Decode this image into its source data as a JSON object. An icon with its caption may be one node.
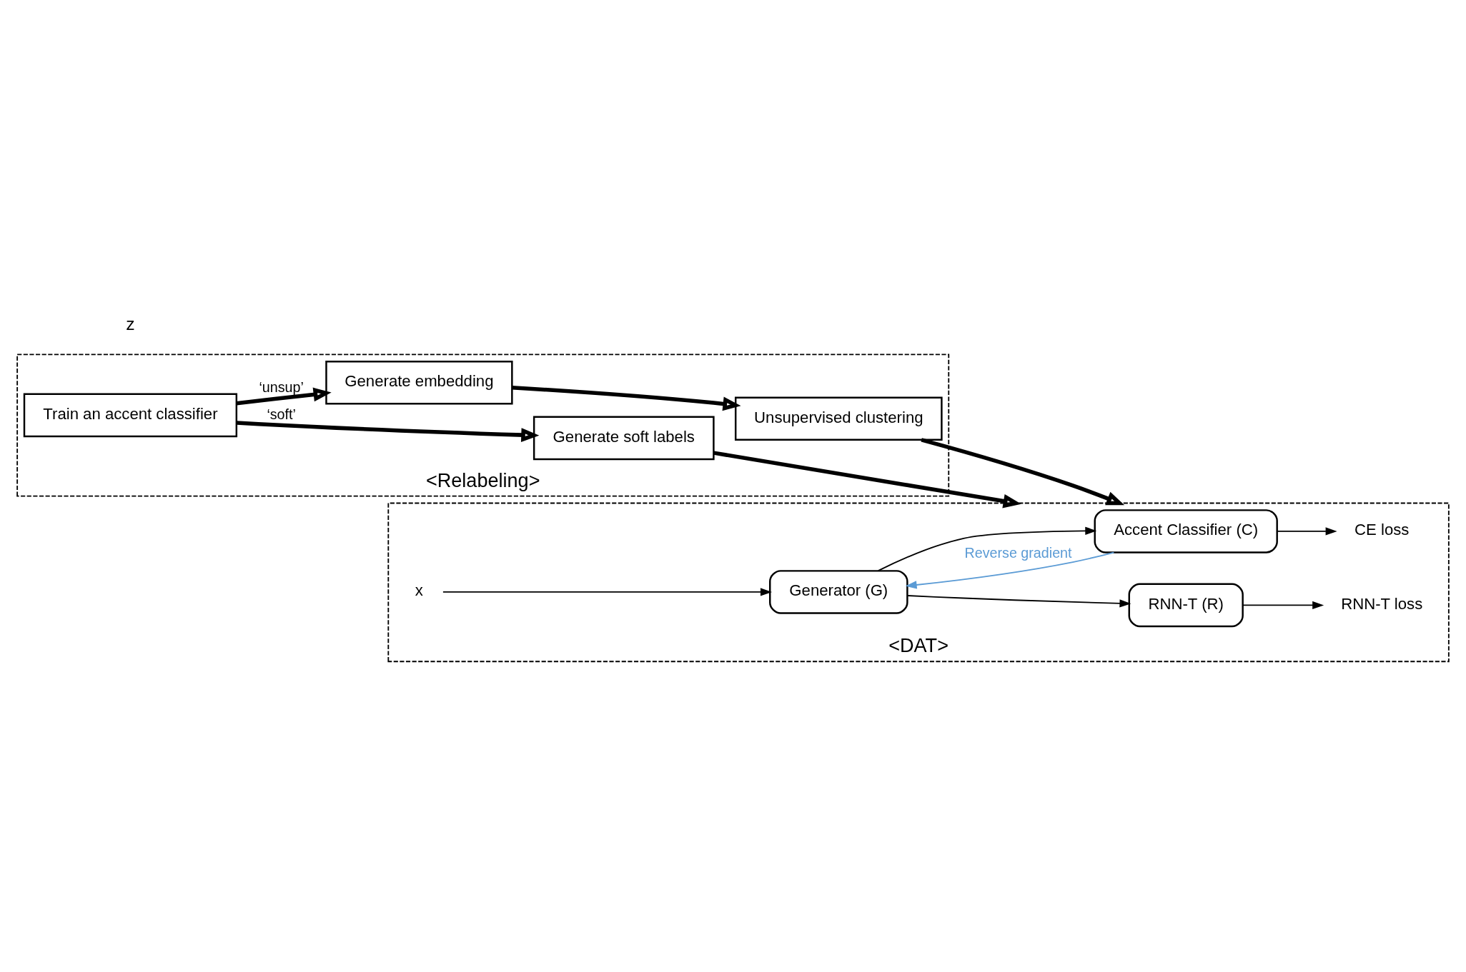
{
  "diagram": {
    "nodes": [
      {
        "text": [
          "<Relabeling>"
        ]
      },
      {
        "text": [
          "Train an accent classifier"
        ],
        "in": 0
      },
      {
        "text": [
          "Generate embedding"
        ],
        "in": 0
      },
      {
        "text": [
          "Unsupervised clustering"
        ],
        "in": 0
      },
      {
        "text": [
          "Generate soft labels"
        ],
        "in": 0
      },
      {
        "text": [
          "<DAT>"
        ]
      },
      {
        "text": [
          "Accent Classifier (C)"
        ],
        "in": 5
      },
      {
        "text": [
          "RNN-T (R)"
        ],
        "in": 5
      },
      {
        "text": [
          "Generator (G)"
        ],
        "in": 5
      },
      {
        "text": [
          "CE loss"
        ],
        "in": 5
      },
      {
        "text": [
          "RNN-T loss"
        ],
        "in": 5
      },
      {
        "text": [
          "x"
        ],
        "in": 5
      }
    ],
    "edges": [
      {
        "from": 1,
        "to": 2,
        "label": "‘unsup’",
        "arrow": "to",
        "style": "thick"
      },
      {
        "from": 2,
        "to": 3,
        "arrow": "to",
        "style": "thick"
      },
      {
        "from": 1,
        "to": 4,
        "label": "‘soft’",
        "arrow": "to",
        "style": "thick"
      },
      {
        "from": 3,
        "to": 5,
        "arrow": "to",
        "style": "thick"
      },
      {
        "from": 4,
        "to": 5,
        "arrow": "to",
        "style": "thick"
      },
      {
        "from": 11,
        "to": 8,
        "arrow": "to"
      },
      {
        "from": 8,
        "to": 6,
        "arrow": "to"
      },
      {
        "from": 8,
        "to": 7,
        "arrow": "to"
      },
      {
        "from": 6,
        "to": 9,
        "arrow": "to"
      },
      {
        "from": 7,
        "to": 10,
        "arrow": "to"
      },
      {
        "from": 6,
        "to": 8,
        "label": "Reverse gradient",
        "arrow": "to",
        "color": "#5b9bd5"
      }
    ],
    "labels": [
      "z"
    ]
  }
}
